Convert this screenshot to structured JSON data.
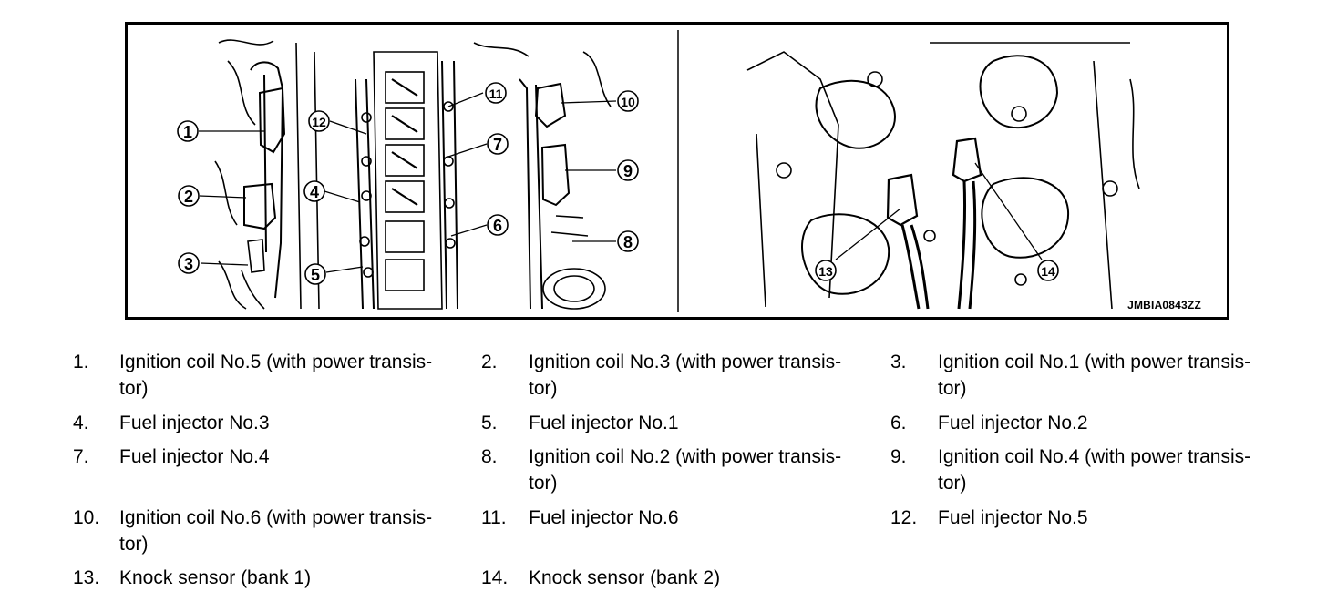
{
  "figure": {
    "code": "JMBIA0843ZZ",
    "callouts": [
      "1",
      "2",
      "3",
      "4",
      "5",
      "6",
      "7",
      "8",
      "9",
      "10",
      "11",
      "12",
      "13",
      "14"
    ]
  },
  "legend": [
    {
      "num": "1.",
      "text": "Ignition coil No.5 (with power transis-",
      "text2": "tor)"
    },
    {
      "num": "2.",
      "text": "Ignition coil No.3 (with power transis-",
      "text2": "tor)"
    },
    {
      "num": "3.",
      "text": "Ignition coil No.1 (with power transis-",
      "text2": "tor)"
    },
    {
      "num": "4.",
      "text": "Fuel injector No.3",
      "text2": ""
    },
    {
      "num": "5.",
      "text": "Fuel injector No.1",
      "text2": ""
    },
    {
      "num": "6.",
      "text": "Fuel injector No.2",
      "text2": ""
    },
    {
      "num": "7.",
      "text": "Fuel injector No.4",
      "text2": ""
    },
    {
      "num": "8.",
      "text": "Ignition coil No.2 (with power transis-",
      "text2": "tor)"
    },
    {
      "num": "9.",
      "text": "Ignition coil No.4 (with power transis-",
      "text2": "tor)"
    },
    {
      "num": "10.",
      "text": "Ignition coil No.6 (with power transis-",
      "text2": "tor)"
    },
    {
      "num": "11.",
      "text": "Fuel injector No.6",
      "text2": ""
    },
    {
      "num": "12.",
      "text": "Fuel injector No.5",
      "text2": ""
    },
    {
      "num": "13.",
      "text": "Knock sensor (bank 1)",
      "text2": ""
    },
    {
      "num": "14.",
      "text": "Knock sensor (bank 2)",
      "text2": ""
    }
  ]
}
